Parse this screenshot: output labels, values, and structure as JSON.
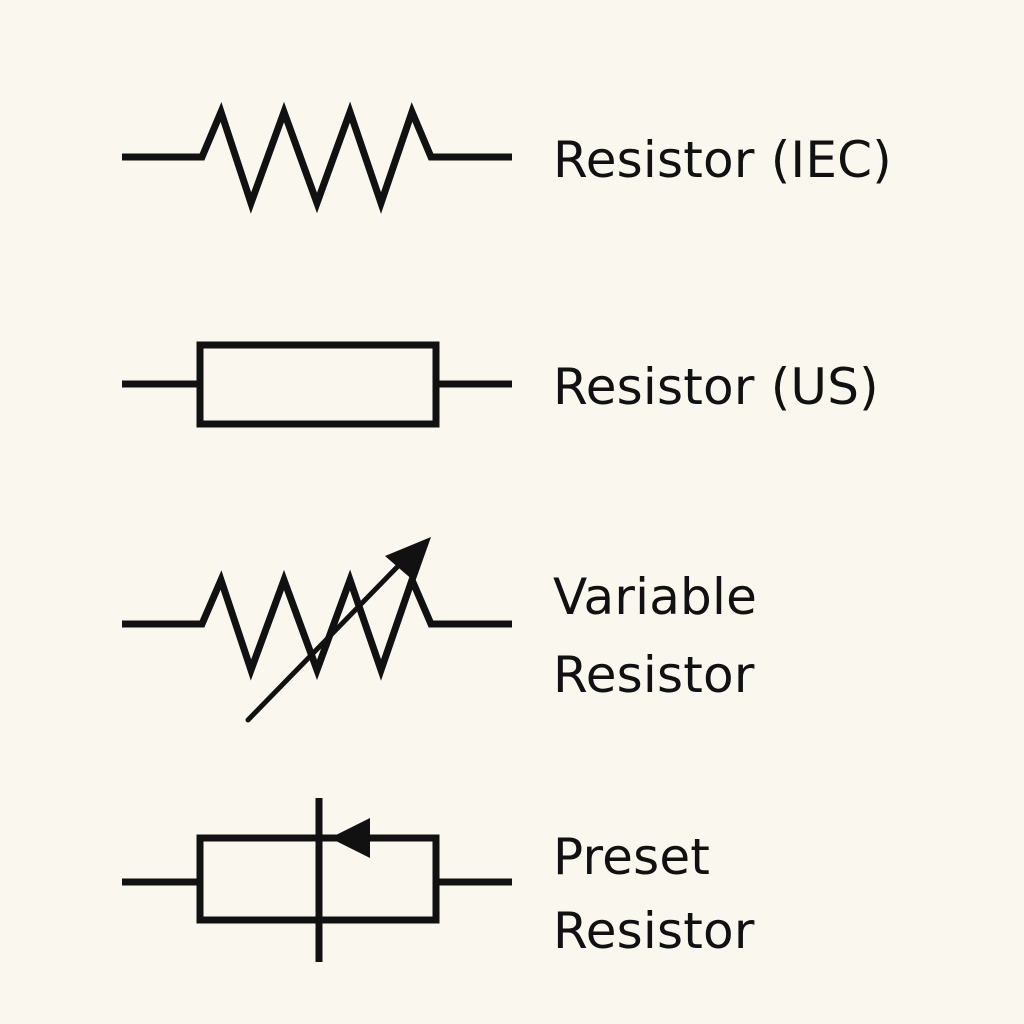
{
  "colors": {
    "background": "#faf7ee",
    "ink": "#111111"
  },
  "symbols": [
    {
      "symbol_icon": "zigzag-resistor-icon",
      "label_lines": [
        "Resistor (IEC)"
      ]
    },
    {
      "symbol_icon": "rectangle-resistor-icon",
      "label_lines": [
        "Resistor (US)"
      ]
    },
    {
      "symbol_icon": "variable-resistor-icon",
      "label_lines": [
        "Variable",
        "Resistor"
      ]
    },
    {
      "symbol_icon": "preset-resistor-icon",
      "label_lines": [
        "Preset",
        "Resistor"
      ]
    }
  ]
}
